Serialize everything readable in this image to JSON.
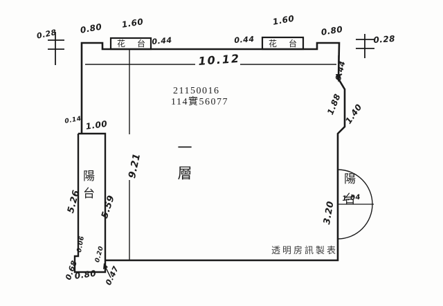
{
  "plan": {
    "unit_label": "一層",
    "parcel_no": "21150016",
    "case_no": "114實56077",
    "left_balcony_label": "陽台",
    "right_balcony_label": "陽台",
    "flower_bed_left_label": "花 台",
    "flower_bed_right_label": "花 台",
    "watermark": "透明房訊製表"
  },
  "dims": {
    "offset_top_left": "0.28",
    "step_top_left": "0.80",
    "flower_bed_left_width": "1.60",
    "gap_after_left_flower_bed": "0.44",
    "gap_before_right_flower_bed": "0.44",
    "flower_bed_right_width": "1.60",
    "step_top_right": "0.80",
    "offset_top_right": "0.28",
    "overall_width": "10.12",
    "overall_depth": "9.21",
    "left_balcony_width": "1.00",
    "left_balcony_offset": "0.14",
    "left_balcony_outer_length": "5.26",
    "left_balcony_inner_length": "5.59",
    "left_balcony_step_a": "0.06",
    "left_balcony_step_b": "0.20",
    "left_balcony_bottom_side": "0.68",
    "left_balcony_bottom_width": "0.80",
    "left_balcony_bottom_drop": "0.47",
    "right_wall_upper_segment": "0.44",
    "right_wall_jog_outer": "1.88",
    "right_wall_jog_inner": "1.40",
    "right_balcony_height": "3.20",
    "right_balcony_radius": "1.04"
  },
  "colors": {
    "ink": "#1a1a1a",
    "paper": "#fdfdfc"
  }
}
